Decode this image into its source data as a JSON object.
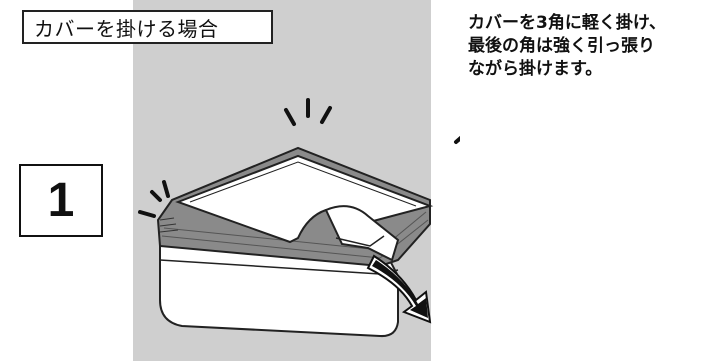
{
  "heading": "カバーを掛ける場合",
  "step": {
    "number": "1"
  },
  "instructions": {
    "line1": "カバーを3角に軽く掛け、",
    "line2": "最後の角は強く引っ張り",
    "line3": "ながら掛けます。"
  },
  "colors": {
    "panel": "#cfcfcf",
    "stroke": "#222222",
    "cover": "#8a8a8a"
  }
}
